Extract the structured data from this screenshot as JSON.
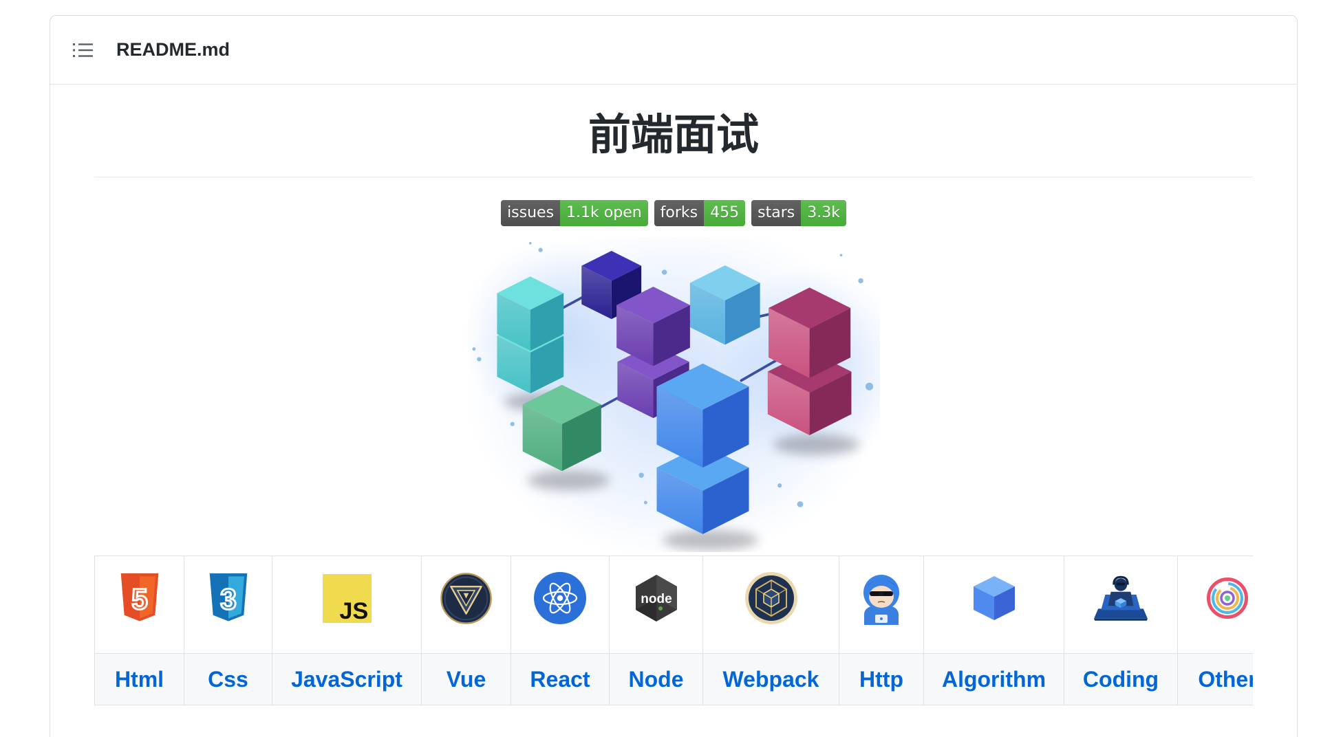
{
  "file_header": {
    "icon": "list-icon",
    "filename": "README.md"
  },
  "readme": {
    "title": "前端面试",
    "badges": [
      {
        "label": "issues",
        "value": "1.1k open"
      },
      {
        "label": "forks",
        "value": "455"
      },
      {
        "label": "stars",
        "value": "3.3k"
      }
    ],
    "hero_icon": "cubes-illustration",
    "topics": [
      {
        "label": "Html",
        "icon": "html5-icon",
        "logo_text": "5"
      },
      {
        "label": "Css",
        "icon": "css3-icon",
        "logo_text": "3"
      },
      {
        "label": "JavaScript",
        "icon": "javascript-icon",
        "logo_text": "JS"
      },
      {
        "label": "Vue",
        "icon": "vue-emblem-icon"
      },
      {
        "label": "React",
        "icon": "react-atom-icon"
      },
      {
        "label": "Node",
        "icon": "nodejs-icon",
        "logo_text": "node"
      },
      {
        "label": "Webpack",
        "icon": "webpack-cube-icon"
      },
      {
        "label": "Http",
        "icon": "hooded-character-icon"
      },
      {
        "label": "Algorithm",
        "icon": "blue-cube-icon"
      },
      {
        "label": "Coding",
        "icon": "coder-laptop-icon"
      },
      {
        "label": "Other",
        "icon": "rainbow-rings-icon"
      }
    ]
  },
  "colors": {
    "text": "#24292e",
    "link": "#0366d6",
    "border": "#dfe2e5",
    "badge_label": "#555555",
    "badge_value": "#4fb840",
    "label_row_background": "#f6f8fa"
  }
}
